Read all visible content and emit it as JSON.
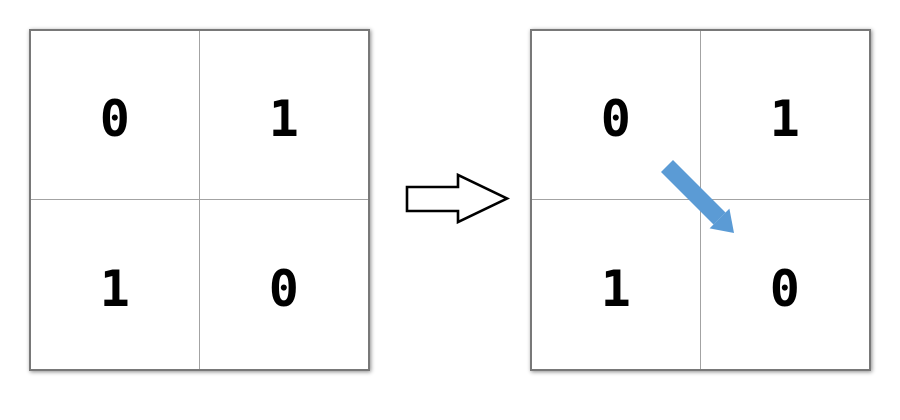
{
  "grids": {
    "left": {
      "cells": [
        "0",
        "1",
        "1",
        "0"
      ]
    },
    "right": {
      "cells": [
        "0",
        "1",
        "1",
        "0"
      ]
    }
  },
  "transform_arrow": {
    "icon": "block-arrow-right-icon",
    "fill": "#ffffff",
    "outline": "#000000"
  },
  "swap_arrow": {
    "icon": "arrow-down-right-icon",
    "color": "#5b9bd5",
    "direction": "down-right",
    "points_toward_cell": "bottom-right"
  },
  "colors": {
    "background": "#ffffff",
    "grid_border": "#787878",
    "grid_inner_line": "#a3a3a3",
    "digit": "#000000"
  }
}
